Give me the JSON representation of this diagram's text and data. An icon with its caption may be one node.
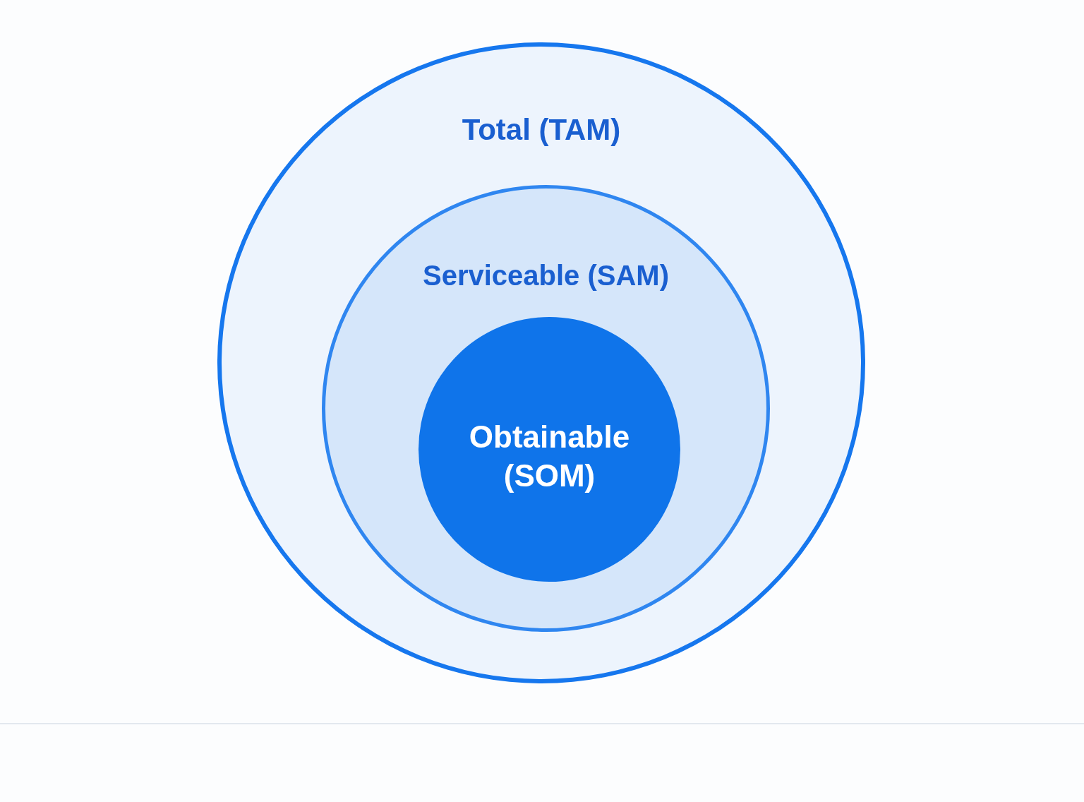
{
  "diagram": {
    "nodes": [
      {
        "text": [
          "Total (TAM)"
        ]
      },
      {
        "text": [
          "Serviceable (SAM)"
        ],
        "in": 0
      },
      {
        "text": [
          "Obtainable (SOM)"
        ],
        "in": 1
      }
    ]
  }
}
